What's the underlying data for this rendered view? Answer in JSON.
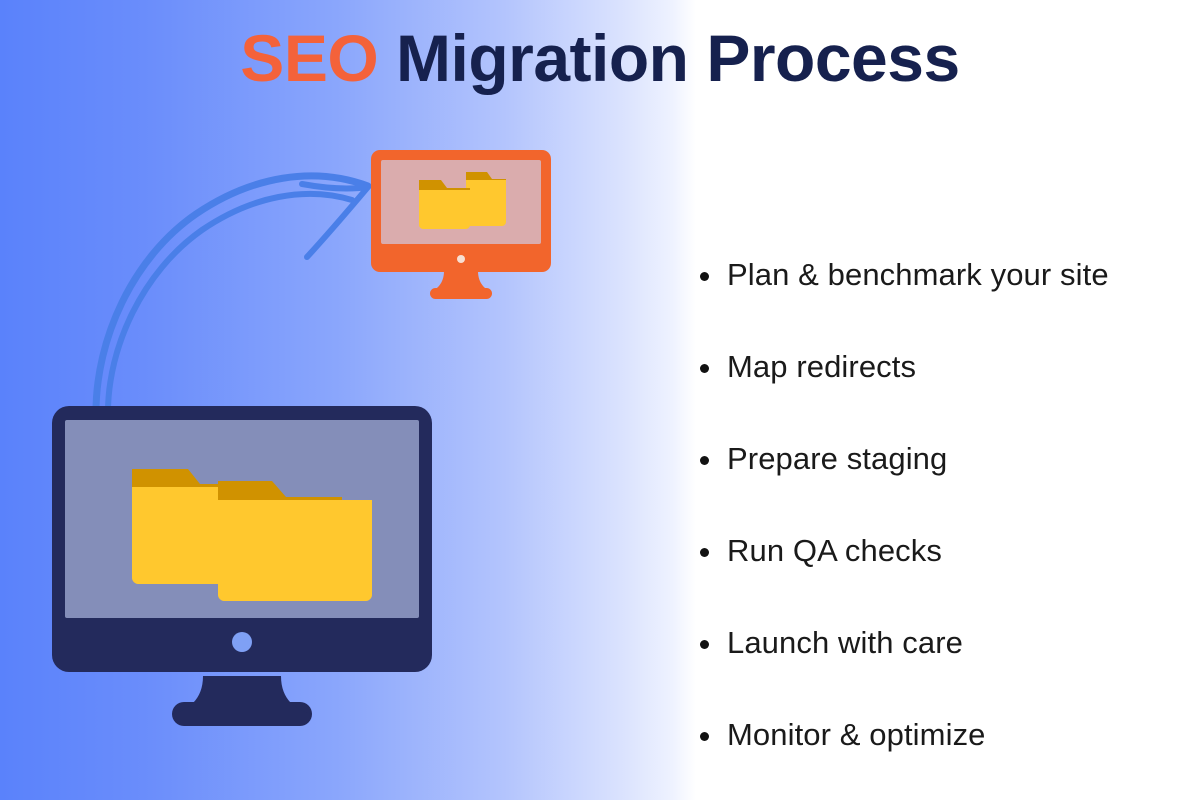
{
  "title": {
    "highlight": "SEO",
    "rest": " Migration Process",
    "highlight_color": "#f4623a",
    "rest_color": "#16214e"
  },
  "colors": {
    "background_left": "#5a82fb",
    "background_right": "#ffffff",
    "navy": "#232a5c",
    "orange": "#f2652c",
    "folder_yellow": "#ffc82e",
    "folder_tab": "#d09200",
    "folder_paper": "#ffffff",
    "arrow_blue": "#4a7fe8",
    "bullet_text": "#1a1a1a"
  },
  "illustration": {
    "source_monitor": {
      "label": "large-navy-monitor",
      "frame_color": "#232a5c",
      "folder_count": 2,
      "power_dot_color": "#7fa0f5"
    },
    "target_monitor": {
      "label": "small-orange-monitor",
      "frame_color": "#f2652c",
      "folder_count": 2,
      "power_dot_color": "#f7dfd3"
    },
    "arrow": {
      "label": "curved-migration-arrow",
      "color": "#4a7fe8",
      "direction": "bottom-left-to-top-right"
    }
  },
  "bullets": [
    {
      "text": "Plan & benchmark your site"
    },
    {
      "text": "Map redirects"
    },
    {
      "text": "Prepare staging"
    },
    {
      "text": "Run QA checks"
    },
    {
      "text": "Launch with care"
    },
    {
      "text": "Monitor & optimize"
    }
  ]
}
